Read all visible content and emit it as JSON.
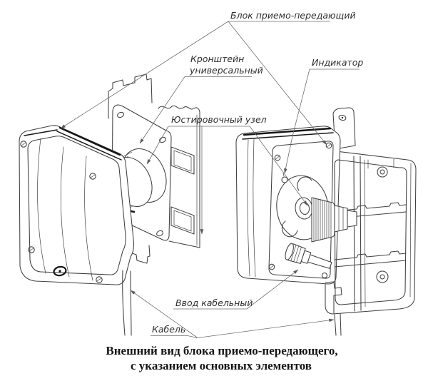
{
  "labels": {
    "transceiver": "Блок приемо-передающий",
    "bracket_line1": "Кронштейн",
    "bracket_line2": "универсальный",
    "indicator": "Индикатор",
    "adjustment": "Юстировочный узел",
    "cable_entry": "Ввод кабельный",
    "cable": "Кабель"
  },
  "caption": {
    "line1": "Внешний вид блока приемо-передающего,",
    "line2": "с указанием основных элементов"
  },
  "colors": {
    "background": "#ffffff",
    "line": "#3f3f3f",
    "accent": "#161616",
    "leader": "#6e6e6e",
    "text": "#2e2e2e",
    "caption": "#151515"
  }
}
